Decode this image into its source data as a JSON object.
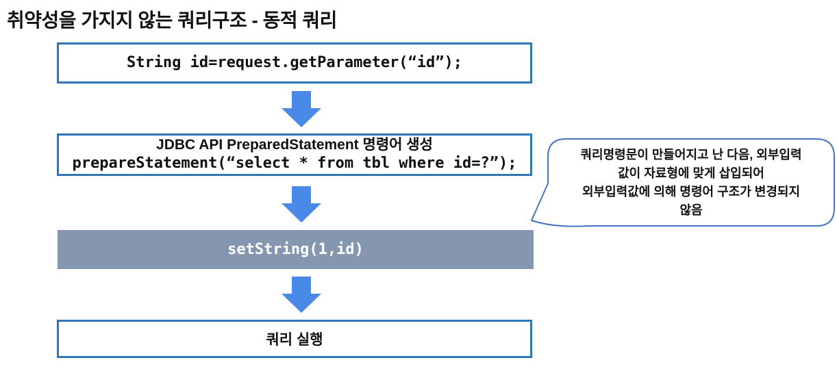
{
  "title": "취약성을 가지지 않는 쿼리구조 - 동적 쿼리",
  "flow": {
    "box1": {
      "code": "String id=request.getParameter(“id”);"
    },
    "box2": {
      "heading": "JDBC API PreparedStatement 명령어 생성",
      "code": "prepareStatement(“select * from tbl where id=?”);"
    },
    "box3": {
      "code": "setString(1,id)"
    },
    "box4": {
      "label": "쿼리 실행"
    }
  },
  "callout": {
    "text": "쿼리명령문이 만들어지고 난 다음, 외부입력\n값이 자료형에 맞게 삽입되어\n외부입력값에 의해 명령어 구조가 변경되지\n않음"
  },
  "icons": {
    "arrow": "down-arrow-icon"
  },
  "colors": {
    "box_border": "#2E75B6",
    "arrow": "#4A89E8",
    "gray_box": "#8496B0",
    "callout_border": "#4472C4"
  }
}
